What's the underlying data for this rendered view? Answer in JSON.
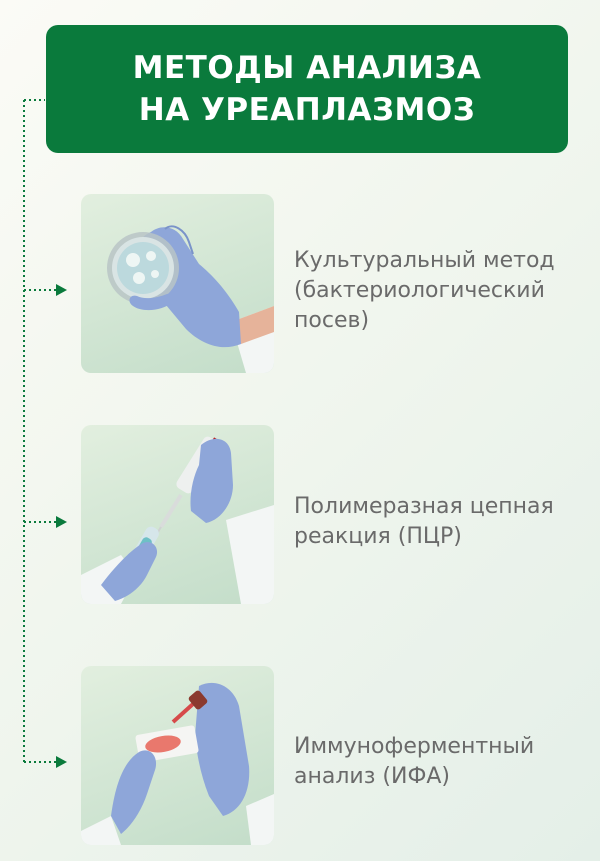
{
  "header": {
    "title_lines": [
      "МЕТОДЫ АНАЛИЗА",
      "НА УРЕАПЛАЗМОЗ"
    ],
    "background": "#0a7a3c",
    "text_color": "#ffffff"
  },
  "connector": {
    "color": "#0a7a3c",
    "style": "dotted"
  },
  "methods": [
    {
      "icon": "petri-dish-hand-icon",
      "lines": [
        "Культуральный метод",
        "(бактериологический",
        "посев)"
      ]
    },
    {
      "icon": "pipette-tube-icon",
      "lines": [
        "Полимеразная цепная",
        "реакция (ПЦР)"
      ]
    },
    {
      "icon": "sample-slide-icon",
      "lines": [
        "Иммуноферментный",
        "анализ (ИФА)"
      ]
    }
  ]
}
